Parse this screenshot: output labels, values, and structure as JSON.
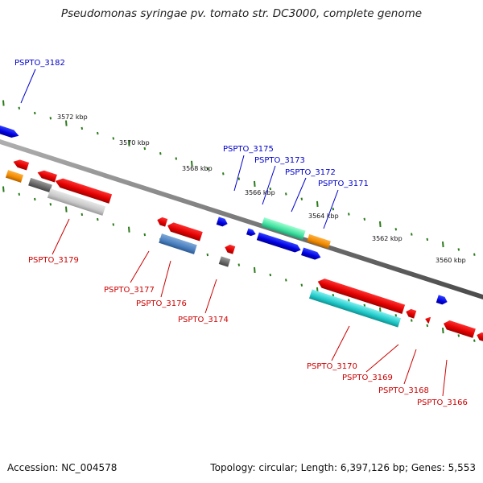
{
  "title": "Pseudomonas syringae pv. tomato str. DC3000, complete genome",
  "footer": {
    "accession": "Accession: NC_004578",
    "topology": "Topology: circular; Length: 6,397,126 bp; Genes: 5,553"
  },
  "colors": {
    "forward_label": "#0000cc",
    "reverse_label": "#cc0000",
    "backbone": "#8c8c8c",
    "ticks": "#2a7a1a"
  },
  "ticks": [
    {
      "label": "3572 kbp"
    },
    {
      "label": "3570 kbp"
    },
    {
      "label": "3568 kbp"
    },
    {
      "label": "3566 kbp"
    },
    {
      "label": "3564 kbp"
    },
    {
      "label": "3562 kbp"
    },
    {
      "label": "3560 kbp"
    }
  ],
  "gene_labels": [
    {
      "name": "PSPTO_3182",
      "strand": "forward"
    },
    {
      "name": "PSPTO_3175",
      "strand": "forward"
    },
    {
      "name": "PSPTO_3173",
      "strand": "forward"
    },
    {
      "name": "PSPTO_3172",
      "strand": "forward"
    },
    {
      "name": "PSPTO_3171",
      "strand": "forward"
    },
    {
      "name": "PSPTO_3179",
      "strand": "reverse"
    },
    {
      "name": "PSPTO_3177",
      "strand": "reverse"
    },
    {
      "name": "PSPTO_3176",
      "strand": "reverse"
    },
    {
      "name": "PSPTO_3174",
      "strand": "reverse"
    },
    {
      "name": "PSPTO_3170",
      "strand": "reverse"
    },
    {
      "name": "PSPTO_3169",
      "strand": "reverse"
    },
    {
      "name": "PSPTO_3168",
      "strand": "reverse"
    },
    {
      "name": "PSPTO_3166",
      "strand": "reverse"
    }
  ]
}
